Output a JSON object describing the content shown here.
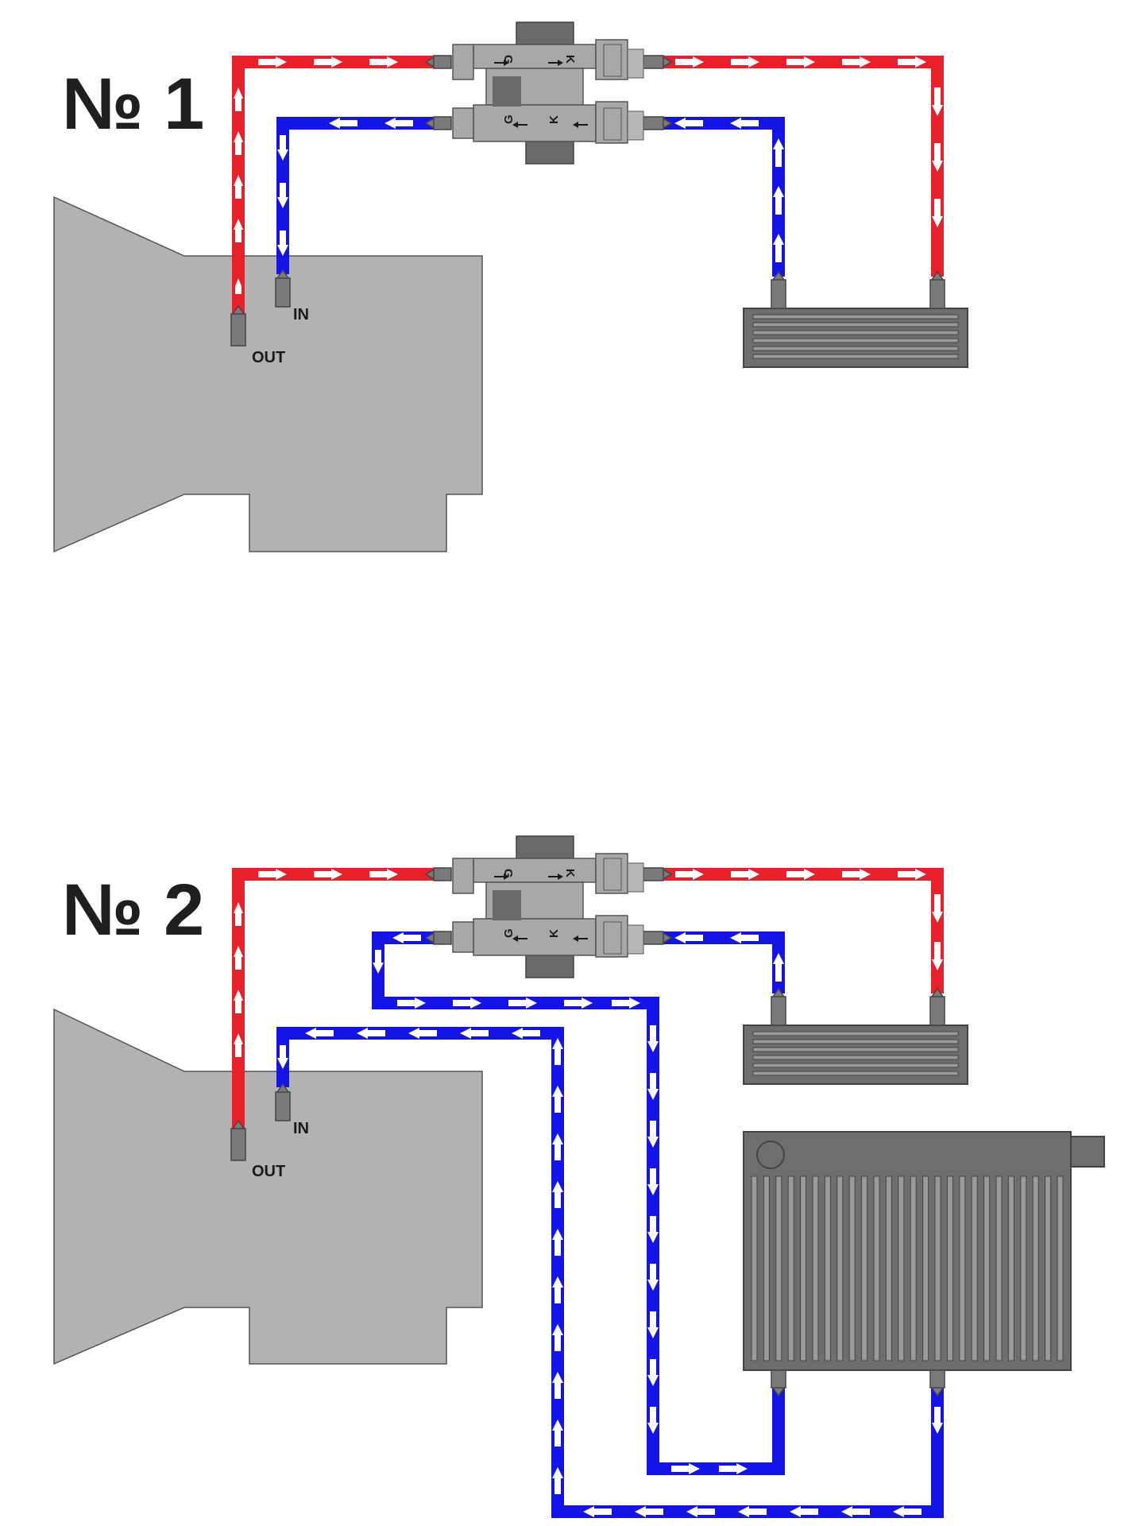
{
  "colors": {
    "hot_line": "#e8202a",
    "cold_line": "#1414e6",
    "flow_arrow": "#ffffff",
    "housing": "#b2b2b2",
    "housing_edge": "#555555",
    "cooler": "#6e6e6e",
    "valve_body": "#a8a8a8",
    "valve_dark": "#6a6a6a",
    "fitting": "#7a7a7a"
  },
  "icons": {
    "transmission": "transmission-housing-icon",
    "valve": "thermostatic-valve-icon",
    "cooler": "oil-cooler-icon",
    "radiator": "radiator-icon",
    "fitting": "hose-fitting-icon",
    "flow": "flow-arrow-icon"
  },
  "diagrams": [
    {
      "heading": "№ 1",
      "labels": {
        "out": "OUT",
        "in": "IN"
      },
      "valve_letters": {
        "top_left": "G",
        "top_right": "K",
        "bottom_left": "G",
        "bottom_right": "K"
      },
      "has_radiator": false
    },
    {
      "heading": "№ 2",
      "labels": {
        "out": "OUT",
        "in": "IN"
      },
      "valve_letters": {
        "top_left": "G",
        "top_right": "K",
        "bottom_left": "G",
        "bottom_right": "K"
      },
      "has_radiator": true
    }
  ]
}
